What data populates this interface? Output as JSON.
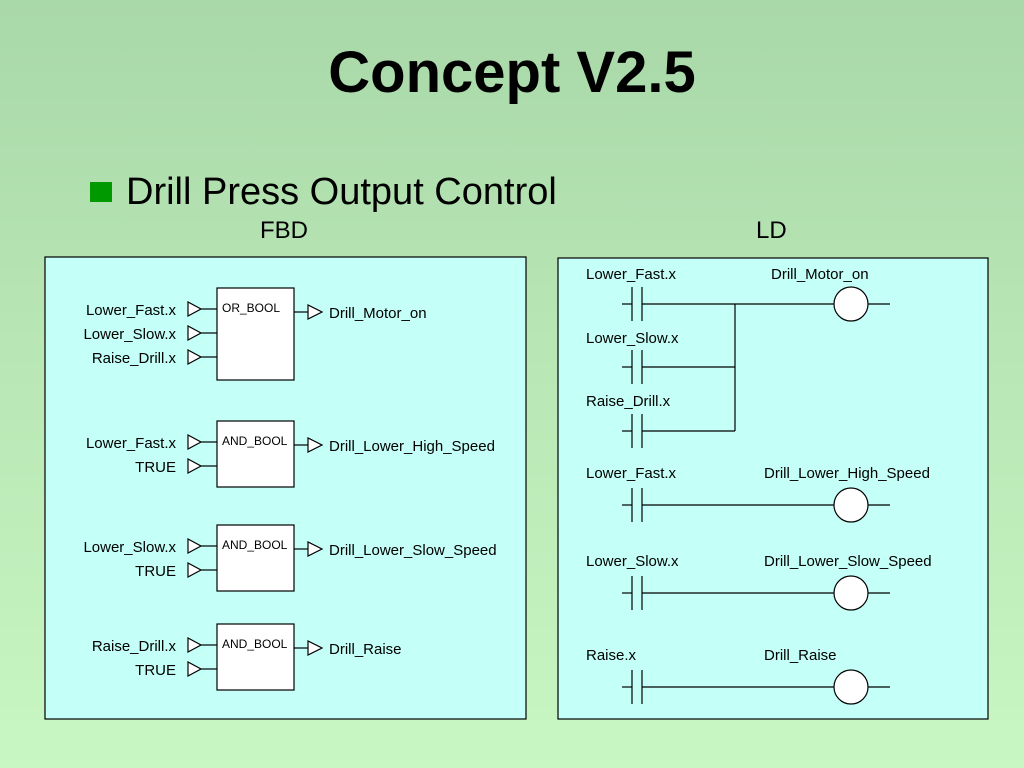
{
  "slide": {
    "title": "Concept V2.5",
    "bullet": "Drill Press Output Control"
  },
  "colors": {
    "panel_fill": "#c4fff8",
    "bullet": "#009a00"
  },
  "fbd": {
    "label": "FBD",
    "blocks": [
      {
        "type": "OR_BOOL",
        "inputs": [
          "Lower_Fast.x",
          "Lower_Slow.x",
          "Raise_Drill.x"
        ],
        "output": "Drill_Motor_on"
      },
      {
        "type": "AND_BOOL",
        "inputs": [
          "Lower_Fast.x",
          "TRUE"
        ],
        "output": "Drill_Lower_High_Speed"
      },
      {
        "type": "AND_BOOL",
        "inputs": [
          "Lower_Slow.x",
          "TRUE"
        ],
        "output": "Drill_Lower_Slow_Speed"
      },
      {
        "type": "AND_BOOL",
        "inputs": [
          "Raise_Drill.x",
          "TRUE"
        ],
        "output": "Drill_Raise"
      }
    ]
  },
  "ld": {
    "label": "LD",
    "rungs": [
      {
        "contacts": [
          "Lower_Fast.x",
          "Lower_Slow.x",
          "Raise_Drill.x"
        ],
        "coil": "Drill_Motor_on"
      },
      {
        "contacts": [
          "Lower_Fast.x"
        ],
        "coil": "Drill_Lower_High_Speed"
      },
      {
        "contacts": [
          "Lower_Slow.x"
        ],
        "coil": "Drill_Lower_Slow_Speed"
      },
      {
        "contacts": [
          "Raise.x"
        ],
        "coil": "Drill_Raise"
      }
    ]
  }
}
